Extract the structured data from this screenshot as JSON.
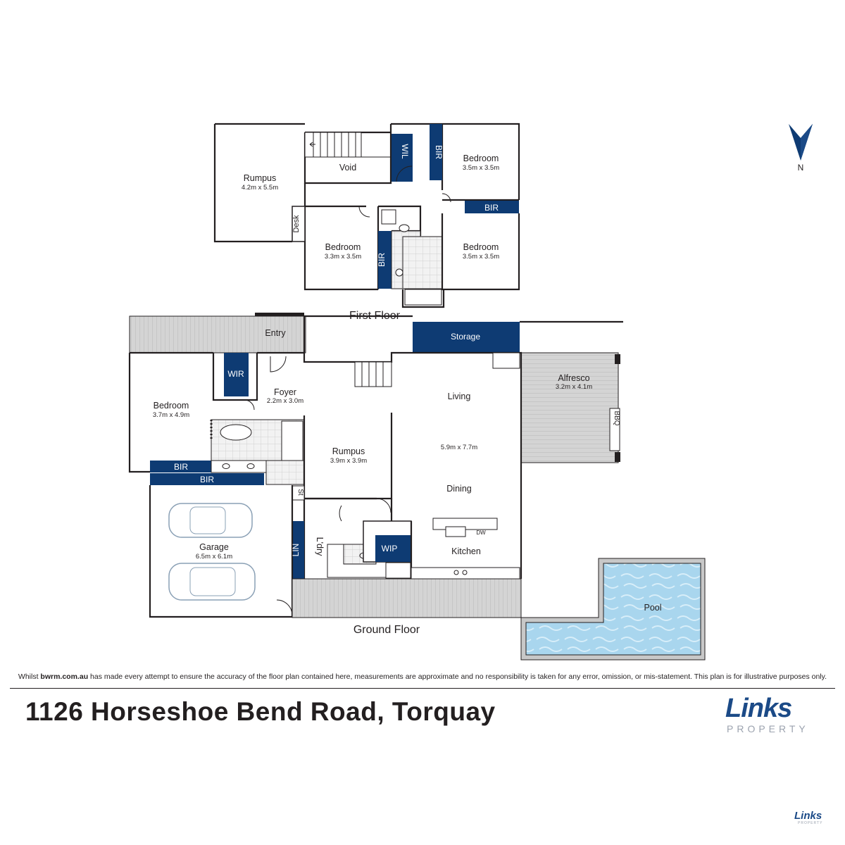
{
  "disclaimer": {
    "prefix": "Whilst ",
    "site": "bwrm.com.au",
    "suffix": " has made every attempt to ensure the accuracy of the floor plan contained here, measurements are approximate and no responsibility is taken for any error, omission, or mis-statement. This plan is for illustrative purposes only."
  },
  "address": "1126 Horseshoe Bend Road, Torquay",
  "brand": {
    "word": "Links",
    "sub": "PROPERTY"
  },
  "compass": {
    "label": "N"
  },
  "floors": {
    "first": "First Floor",
    "ground": "Ground Floor"
  },
  "first_floor": {
    "rumpus": {
      "name": "Rumpus",
      "dims": "4.2m x 5.5m"
    },
    "void": "Void",
    "wil": "WIL",
    "bir_top": "BIR",
    "bedroom_ne": {
      "name": "Bedroom",
      "dims": "3.5m x 3.5m"
    },
    "bir_mid": "BIR",
    "desk": "Desk",
    "bedroom_mid": {
      "name": "Bedroom",
      "dims": "3.3m x 3.5m"
    },
    "bir_bath": "BIR",
    "bedroom_se": {
      "name": "Bedroom",
      "dims": "3.5m x 3.5m"
    }
  },
  "ground_floor": {
    "entry": "Entry",
    "storage": "Storage",
    "alfresco": {
      "name": "Alfresco",
      "dims": "3.2m x 4.1m"
    },
    "bbq": "BBQ",
    "wir": "WIR",
    "foyer": {
      "name": "Foyer",
      "dims": "2.2m x 3.0m"
    },
    "bedroom": {
      "name": "Bedroom",
      "dims": "3.7m x 4.9m"
    },
    "living": "Living",
    "living_dims": "5.9m x 7.7m",
    "rumpus": {
      "name": "Rumpus",
      "dims": "3.9m x 3.9m"
    },
    "dining": "Dining",
    "bir_a": "BIR",
    "bir_b": "BIR",
    "st": "St",
    "garage": {
      "name": "Garage",
      "dims": "6.5m x 6.1m"
    },
    "lin": "LIN",
    "laundry": "L'dry",
    "wip": "WIP",
    "dw": "DW",
    "kitchen": "Kitchen",
    "pool": "Pool"
  },
  "colors": {
    "navy": "#0e3b73",
    "deck": "#c8c8c8",
    "pool": "#a9d6ee"
  }
}
